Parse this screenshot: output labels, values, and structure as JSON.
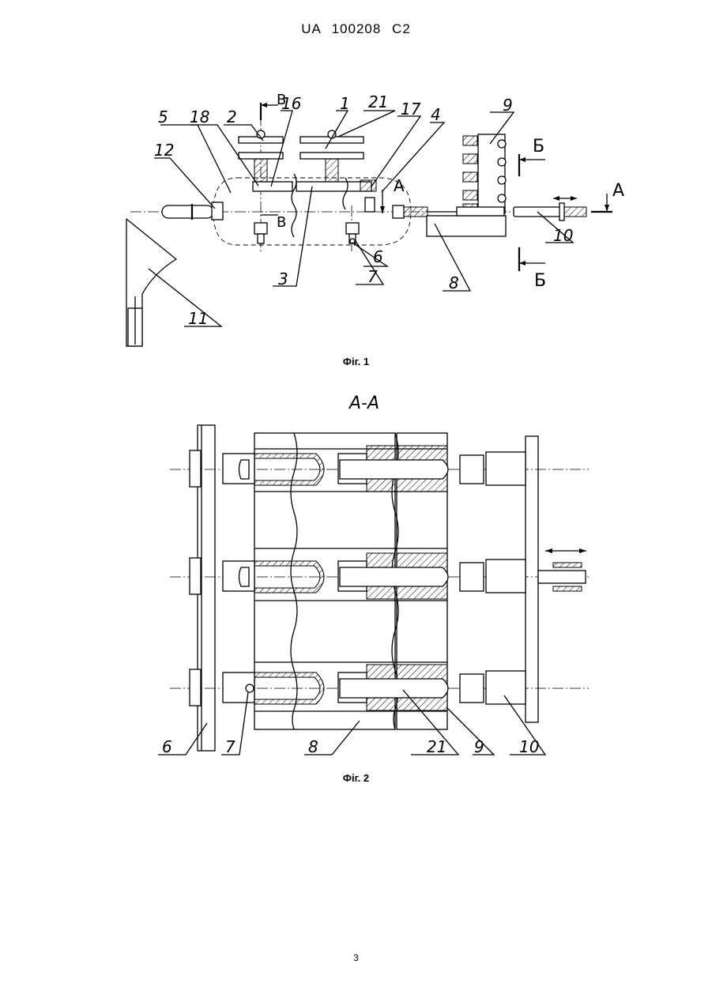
{
  "header": "UA 100208 C2",
  "figure1": {
    "caption": "Фіг. 1",
    "callouts": [
      "5",
      "18",
      "2",
      "16",
      "1",
      "21",
      "17",
      "4",
      "9",
      "12",
      "11",
      "3",
      "7",
      "6",
      "8",
      "10"
    ],
    "section_marks": [
      "В",
      "В",
      "А",
      "А",
      "Б",
      "Б"
    ]
  },
  "figure2": {
    "caption": "Фіг. 2",
    "section_title": "А-А",
    "callouts": [
      "6",
      "7",
      "8",
      "21",
      "9",
      "10"
    ]
  },
  "page_number": "3"
}
